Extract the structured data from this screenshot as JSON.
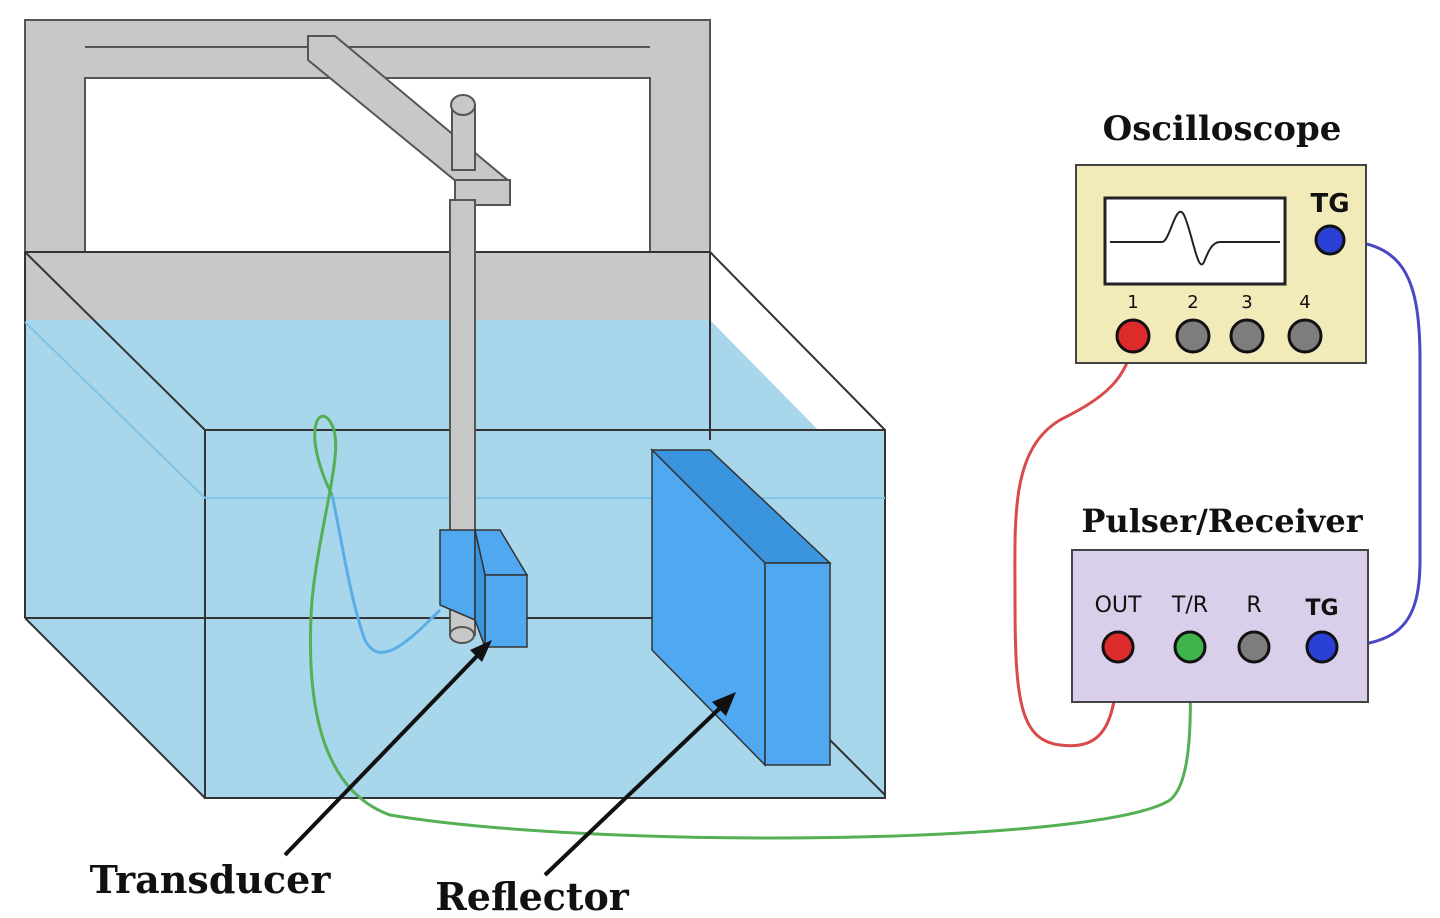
{
  "labels": {
    "oscilloscope": "Oscilloscope",
    "pulser_receiver": "Pulser/Receiver",
    "transducer": "Transducer",
    "reflector": "Reflector"
  },
  "oscilloscope": {
    "tg": "TG",
    "channels": [
      "1",
      "2",
      "3",
      "4"
    ]
  },
  "pulser": {
    "ports": [
      "OUT",
      "T/R",
      "R",
      "TG"
    ]
  },
  "colors": {
    "water": "#a8d6ea",
    "frame": "#c8c8c8",
    "reflector": "#4fa8f0",
    "oscilloscope_panel": "#f3eab9",
    "pulser_panel": "#d9cfea",
    "red_port": "#dd2a2a",
    "green_port": "#3fb24a",
    "blue_port": "#2a3fd6",
    "gray_port": "#7d7d7d",
    "red_cable": "#d94a4a",
    "green_cable": "#55b055",
    "blue_cable": "#4a48c4"
  }
}
